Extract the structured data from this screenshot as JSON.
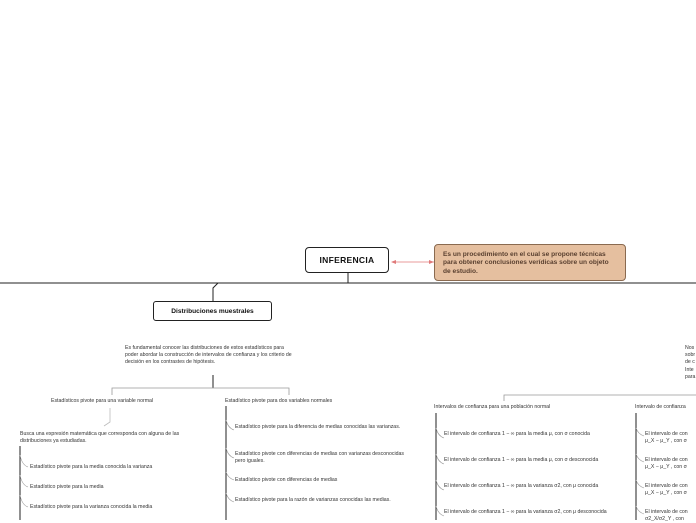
{
  "root": {
    "label": "INFERENCIA"
  },
  "note": {
    "text": "Es un procedimiento en el cual se propone técnicas para obtener conclusiones verídicas sobre un objeto de estudio."
  },
  "distribuciones": {
    "label": "Distribuciones muestrales",
    "description": "Es fundamental conocer las distribuciones de estos estadísticos para poder abordar la construcción de intervalos de confianza y los criterio de decisión en los contrastes de hipótesis.",
    "pivote_normal": {
      "label": "Estadísticos pivote para una variable normal",
      "subtitle": "Busca una expresión matemática que corresponda con alguna de las distribuciones ya estudiadas.",
      "items": [
        "Estadístico pivote para la media conocida la varianza",
        "Estadístico pivote para la media",
        "Estadístico pivote para la varianza conocida la media"
      ]
    },
    "pivote_dos": {
      "label": "Estadístico pivote para dos variables normales",
      "items": [
        "Estadístico pivote para la diferencia de medias conocidas las varianzas.",
        "Estadístico pivote con diferencias de medias con varianzas desconocidas pero iguales.",
        "Estadístico pivote con diferencias de medias",
        "Estadístico pivote para la razón de varianzas conocidas las medias."
      ]
    }
  },
  "intervalos": {
    "right_text": [
      "Nos",
      "sobr",
      "de c",
      "Inte",
      "para"
    ],
    "una_poblacion": {
      "label": "Intervalos de confianza para una población normal",
      "items": [
        "El intervalo de confianza 1 − ∞  para la media μ, con σ conocida",
        "El intervalo de confianza 1 − ∞  para la media μ, con σ desconocida",
        "El intervalo de confianza 1 − ∞ para la varianza σ2, con μ conocida",
        "El intervalo de confianza 1 − ∞ para la varianza σ2, con μ desconocida"
      ]
    },
    "dos_poblaciones": {
      "label": "Intervalo de confianza",
      "items": [
        "El intervalo de con μ_X − μ_Y , con σ",
        "El intervalo de con μ_X − μ_Y , con σ",
        "El intervalo de con μ_X − μ_Y , con σ",
        "El intervalo de con σ2_X/σ2_Y , con"
      ]
    }
  },
  "colors": {
    "line": "#333333",
    "note_fill": "#e5bf9f",
    "note_link": "#e07a7a"
  }
}
